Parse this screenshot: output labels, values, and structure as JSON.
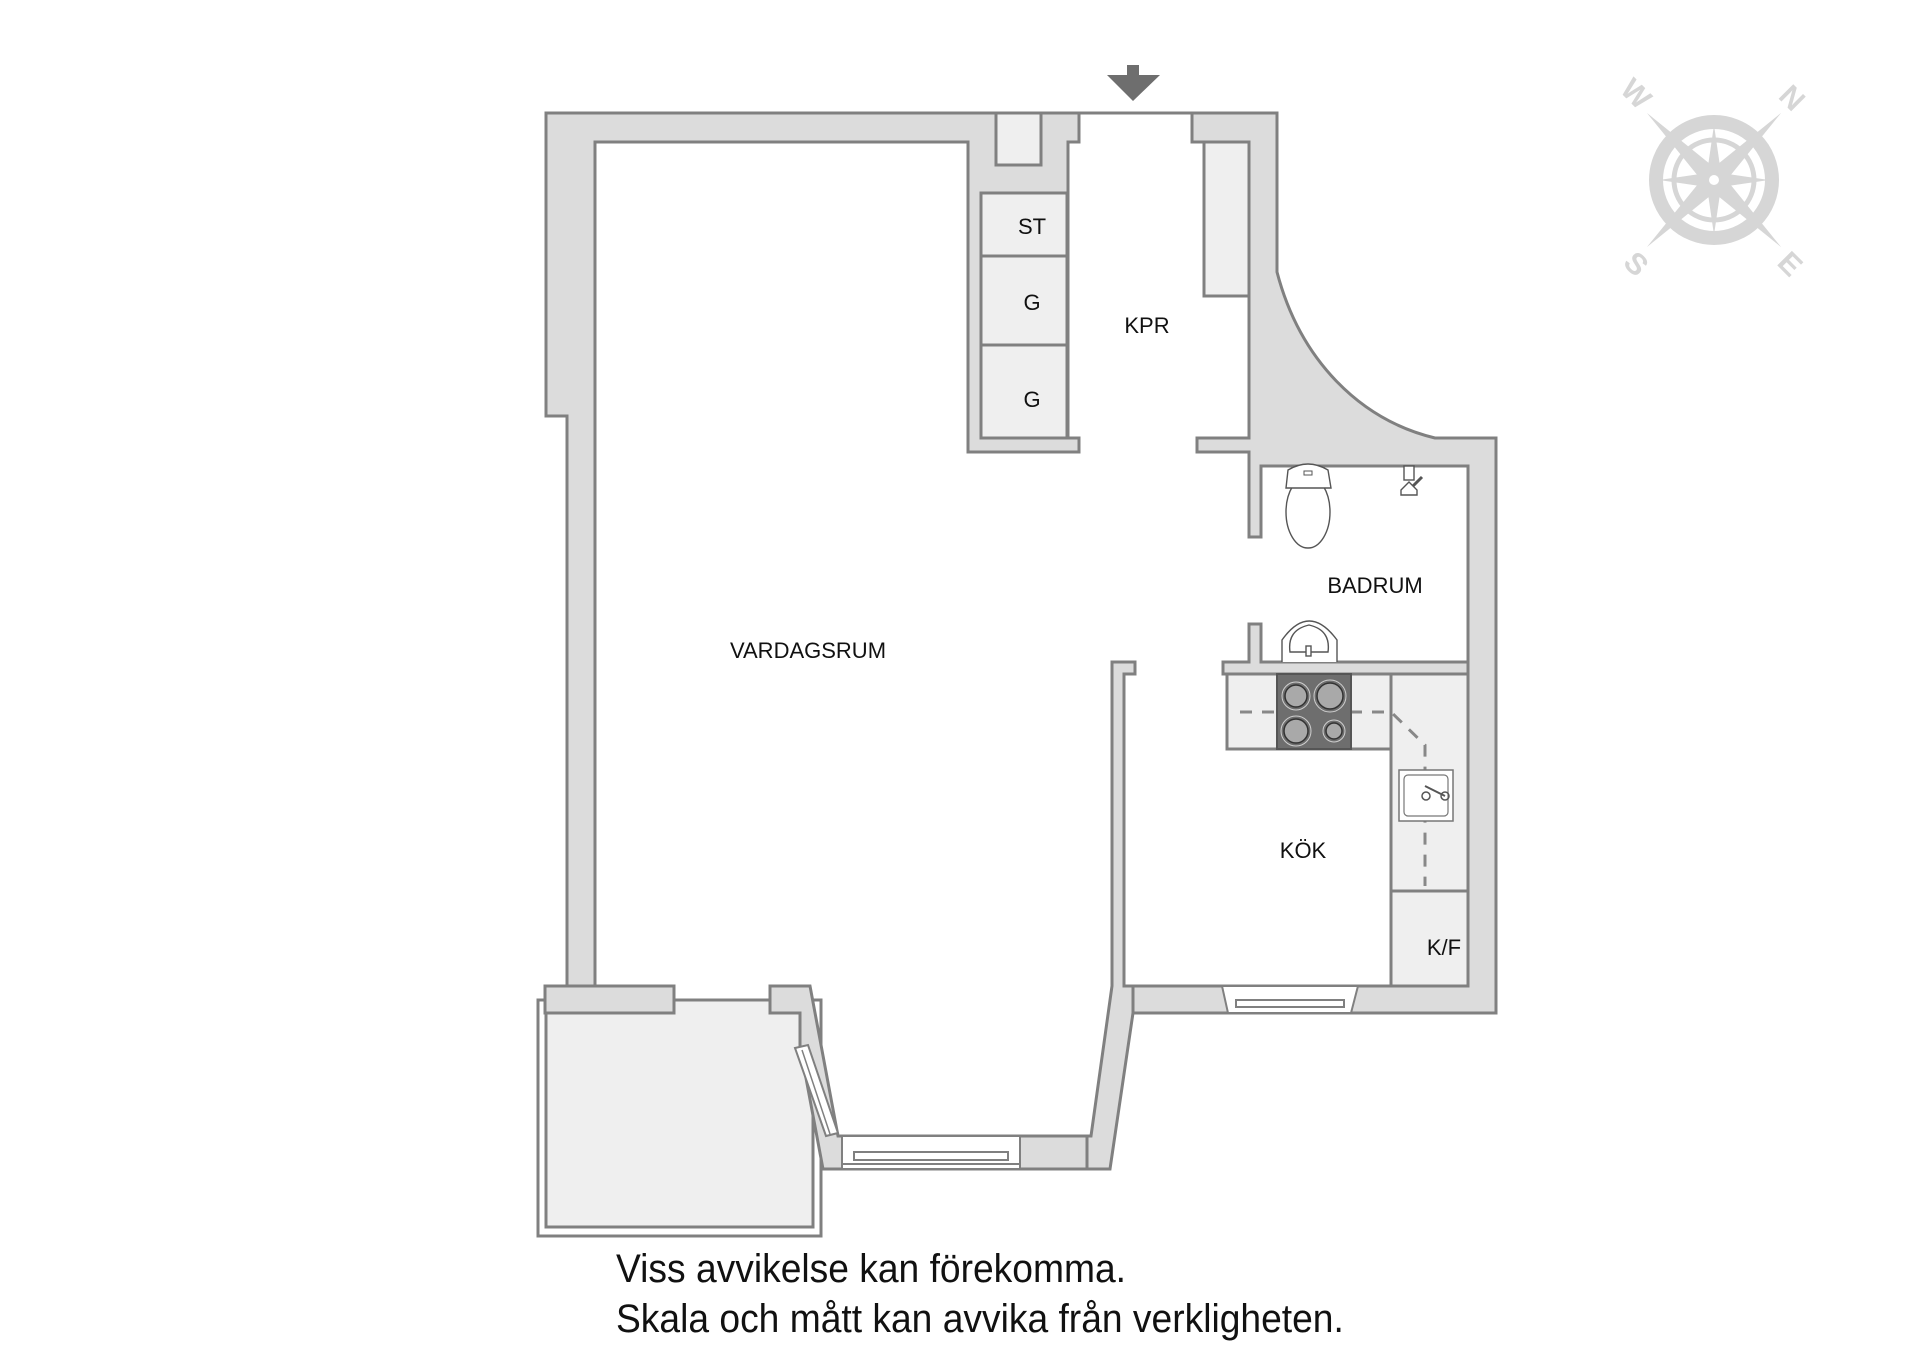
{
  "floorplan": {
    "entrance_marker": "entrance-arrow",
    "rooms": [
      {
        "id": "kpr",
        "label": "KPR"
      },
      {
        "id": "vardagsrum",
        "label": "VARDAGSRUM"
      },
      {
        "id": "badrum",
        "label": "BADRUM"
      },
      {
        "id": "kok",
        "label": "KÖK"
      }
    ],
    "closets": [
      {
        "id": "st",
        "label": "ST"
      },
      {
        "id": "g1",
        "label": "G"
      },
      {
        "id": "g2",
        "label": "G"
      }
    ],
    "appliances": [
      {
        "id": "kf",
        "label": "K/F"
      },
      {
        "id": "stove",
        "label": "stove-icon"
      },
      {
        "id": "kitchen-sink",
        "label": "sink-icon"
      },
      {
        "id": "toilet",
        "label": "toilet-icon"
      },
      {
        "id": "bath-sink",
        "label": "washbasin-icon"
      },
      {
        "id": "shower-mixer",
        "label": "shower-mixer-icon"
      }
    ],
    "compass": {
      "n": "N",
      "e": "E",
      "s": "S",
      "w": "W"
    }
  },
  "colors": {
    "wall_fill": "#dcdcdc",
    "wall_stroke": "#808080",
    "fixture_fill": "#efefef",
    "stove": "#6e6e6e",
    "compass": "#d6d6d6",
    "text": "#111111"
  },
  "disclaimer": {
    "line1": "Viss avvikelse kan förekomma.",
    "line2": "Skala och mått kan avvika från verkligheten."
  }
}
